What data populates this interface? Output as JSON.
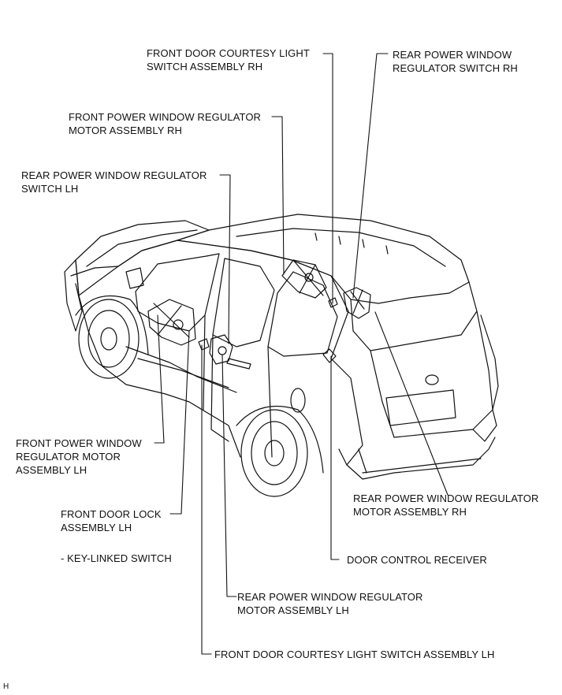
{
  "labels": {
    "front_door_courtesy_rh": [
      "FRONT DOOR COURTESY LIGHT",
      "SWITCH ASSEMBLY RH"
    ],
    "rear_pw_switch_rh": [
      "REAR POWER WINDOW",
      "REGULATOR SWITCH RH"
    ],
    "front_pw_motor_rh": [
      "FRONT POWER WINDOW REGULATOR",
      "MOTOR ASSEMBLY RH"
    ],
    "rear_pw_switch_lh": [
      "REAR POWER WINDOW REGULATOR",
      "SWITCH LH"
    ],
    "front_pw_motor_lh": [
      "FRONT POWER WINDOW",
      "REGULATOR MOTOR",
      "ASSEMBLY LH"
    ],
    "front_door_lock_lh": [
      "FRONT DOOR LOCK",
      "ASSEMBLY LH"
    ],
    "key_linked_switch": "- KEY-LINKED SWITCH",
    "rear_pw_motor_rh": [
      "REAR POWER WINDOW REGULATOR",
      "MOTOR ASSEMBLY RH"
    ],
    "door_control_receiver": "DOOR CONTROL RECEIVER",
    "rear_pw_motor_lh": [
      "REAR POWER WINDOW REGULATOR",
      "MOTOR ASSEMBLY LH"
    ],
    "front_door_courtesy_lh": "FRONT DOOR COURTESY LIGHT SWITCH ASSEMBLY LH"
  },
  "corner_code": "H"
}
